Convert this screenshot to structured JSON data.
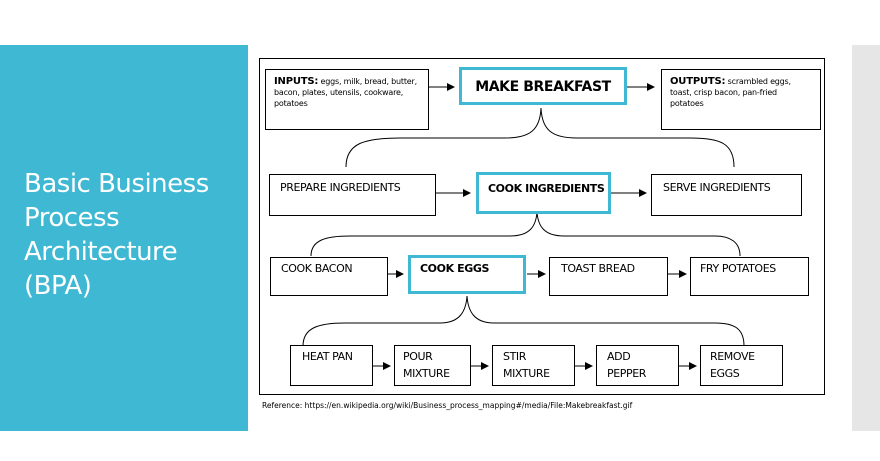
{
  "slide": {
    "title_lines": [
      "Basic Business",
      "Process",
      "Architecture",
      "(BPA)"
    ],
    "accent_color": "#3fb8d3",
    "reference": "Reference:  https://en.wikipedia.org/wiki/Business_process_mapping#/media/File:Makebreakfast.gif"
  },
  "diagram": {
    "inputs": {
      "label": "INPUTS:",
      "text": " eggs, milk, bread, butter, bacon, plates, utensils, cookware, potatoes"
    },
    "root": "MAKE BREAKFAST",
    "outputs": {
      "label": "OUTPUTS:",
      "text": " scrambled eggs, toast, crisp bacon, pan-fried potatoes"
    },
    "level1": [
      "PREPARE INGREDIENTS",
      "COOK INGREDIENTS",
      "SERVE INGREDIENTS"
    ],
    "level2": [
      "COOK BACON",
      "COOK EGGS",
      "TOAST BREAD",
      "FRY POTATOES"
    ],
    "level3": [
      {
        "line1": "HEAT PAN",
        "line2": ""
      },
      {
        "line1": "POUR",
        "line2": "MIXTURE"
      },
      {
        "line1": "STIR",
        "line2": "MIXTURE"
      },
      {
        "line1": "ADD",
        "line2": "PEPPER"
      },
      {
        "line1": "REMOVE",
        "line2": "EGGS"
      }
    ]
  }
}
